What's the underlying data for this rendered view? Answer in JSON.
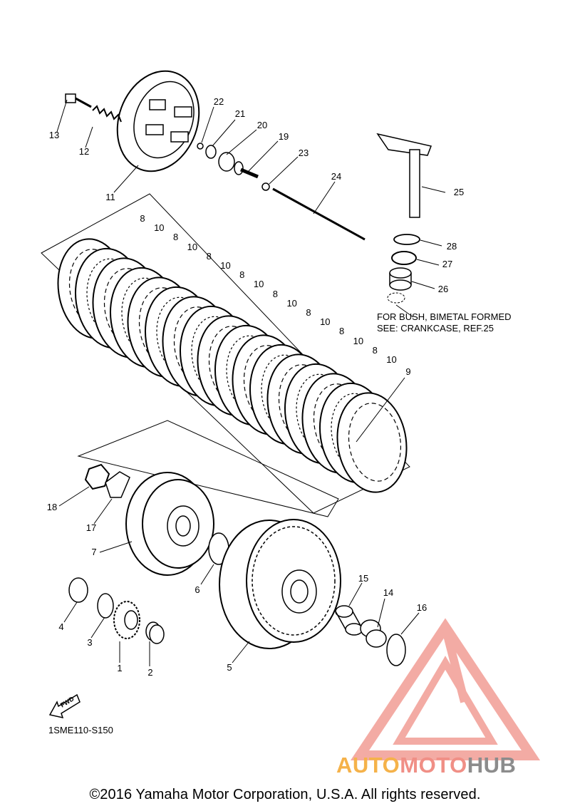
{
  "callouts": [
    {
      "num": "1"
    },
    {
      "num": "2"
    },
    {
      "num": "3"
    },
    {
      "num": "4"
    },
    {
      "num": "5"
    },
    {
      "num": "6"
    },
    {
      "num": "7"
    },
    {
      "num": "8"
    },
    {
      "num": "9"
    },
    {
      "num": "10"
    },
    {
      "num": "11"
    },
    {
      "num": "12"
    },
    {
      "num": "13"
    },
    {
      "num": "14"
    },
    {
      "num": "15"
    },
    {
      "num": "16"
    },
    {
      "num": "17"
    },
    {
      "num": "18"
    },
    {
      "num": "19"
    },
    {
      "num": "20"
    },
    {
      "num": "21"
    },
    {
      "num": "22"
    },
    {
      "num": "23"
    },
    {
      "num": "24"
    },
    {
      "num": "25"
    },
    {
      "num": "26"
    },
    {
      "num": "27"
    },
    {
      "num": "28"
    }
  ],
  "plate_callouts": [
    "8",
    "10",
    "8",
    "10",
    "8",
    "10",
    "8",
    "10",
    "8",
    "10",
    "8",
    "10",
    "8",
    "10",
    "8",
    "10"
  ],
  "note": {
    "line1": "FOR BUSH, BIMETAL FORMED",
    "line2": "SEE: CRANKCASE, REF.25"
  },
  "fwd_label": "FWD",
  "diagram_code": "1SME110-S150",
  "copyright": "©2016 Yamaha Motor Corporation, U.S.A. All rights reserved.",
  "watermark": {
    "part1": "AUTO",
    "part2": "MOTO",
    "part3": "HUB",
    "colors": {
      "auto": "#f5b24a",
      "moto": "#f08f86",
      "hub": "#8c8c8c",
      "logo": "#f08f86"
    }
  }
}
